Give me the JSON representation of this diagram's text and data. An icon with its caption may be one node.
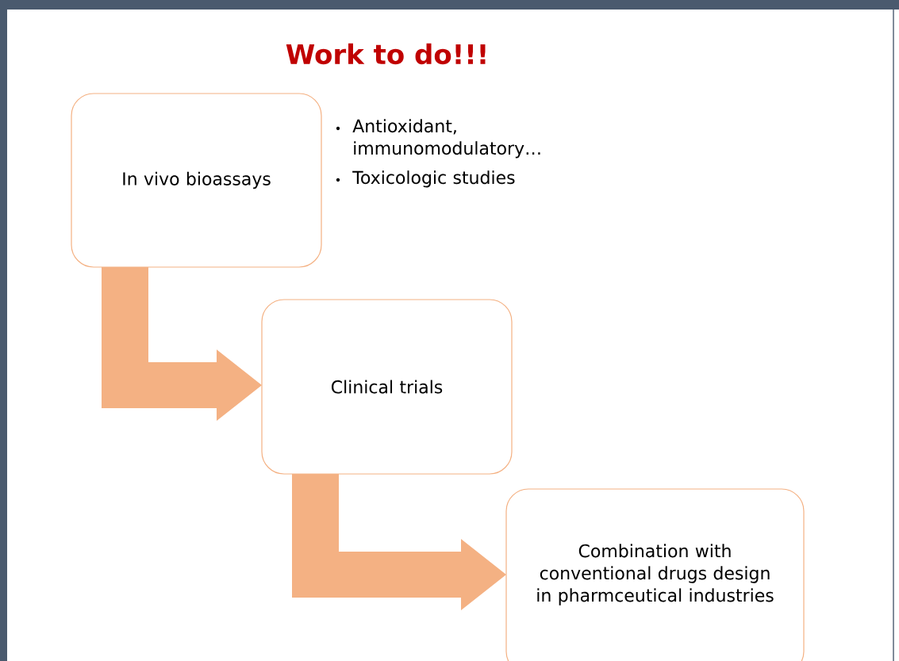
{
  "diagram": {
    "title": "Work to do!!!",
    "nodes": [
      {
        "text": [
          "In vivo bioassays"
        ],
        "beside": [
          "Antioxidant, immunomodulatory…",
          "Toxicologic studies"
        ]
      },
      {
        "text": [
          "Clinical trials"
        ]
      },
      {
        "text": [
          "Combination with conventional drugs design in pharmceutical industries"
        ]
      }
    ],
    "edges": [
      {
        "from": 0,
        "to": 1,
        "arrow": "to"
      },
      {
        "from": 1,
        "to": 2,
        "arrow": "to"
      }
    ]
  }
}
